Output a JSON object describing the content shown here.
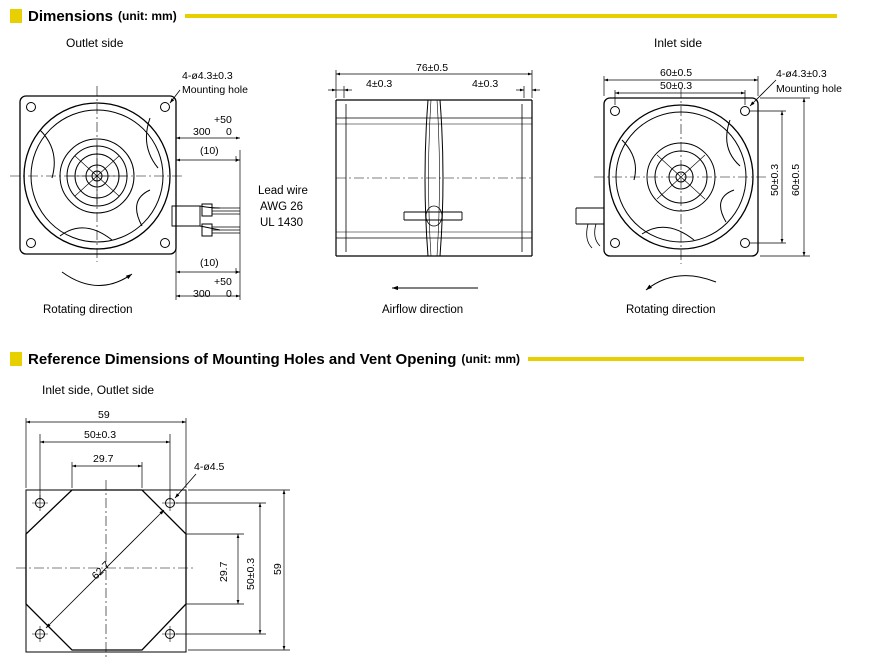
{
  "sections": {
    "dimensions": {
      "title": "Dimensions",
      "unit": "(unit: mm)"
    },
    "reference": {
      "title": "Reference Dimensions of Mounting Holes and Vent Opening",
      "unit": "(unit: mm)"
    }
  },
  "views": {
    "outlet": "Outlet side",
    "inlet": "Inlet side",
    "both": "Inlet side, Outlet side"
  },
  "callouts": {
    "mount_spec": "4-ø4.3±0.3",
    "mount_label": "Mounting hole",
    "lead_1": "Lead wire",
    "lead_2": "AWG 26",
    "lead_3": "UL 1430",
    "plus50": "+50",
    "lead_len": "300",
    "zero": "0",
    "ten": "(10)",
    "rot": "Rotating direction",
    "airflow": "Airflow direction"
  },
  "dims": {
    "d76": "76±0.5",
    "d4": "4±0.3",
    "d60": "60±0.5",
    "d50": "50±0.3",
    "d59": "59",
    "d297": "29.7",
    "d627": "62.7",
    "hole45": "4-ø4.5"
  },
  "colors": {
    "accent": "#e8d000"
  }
}
